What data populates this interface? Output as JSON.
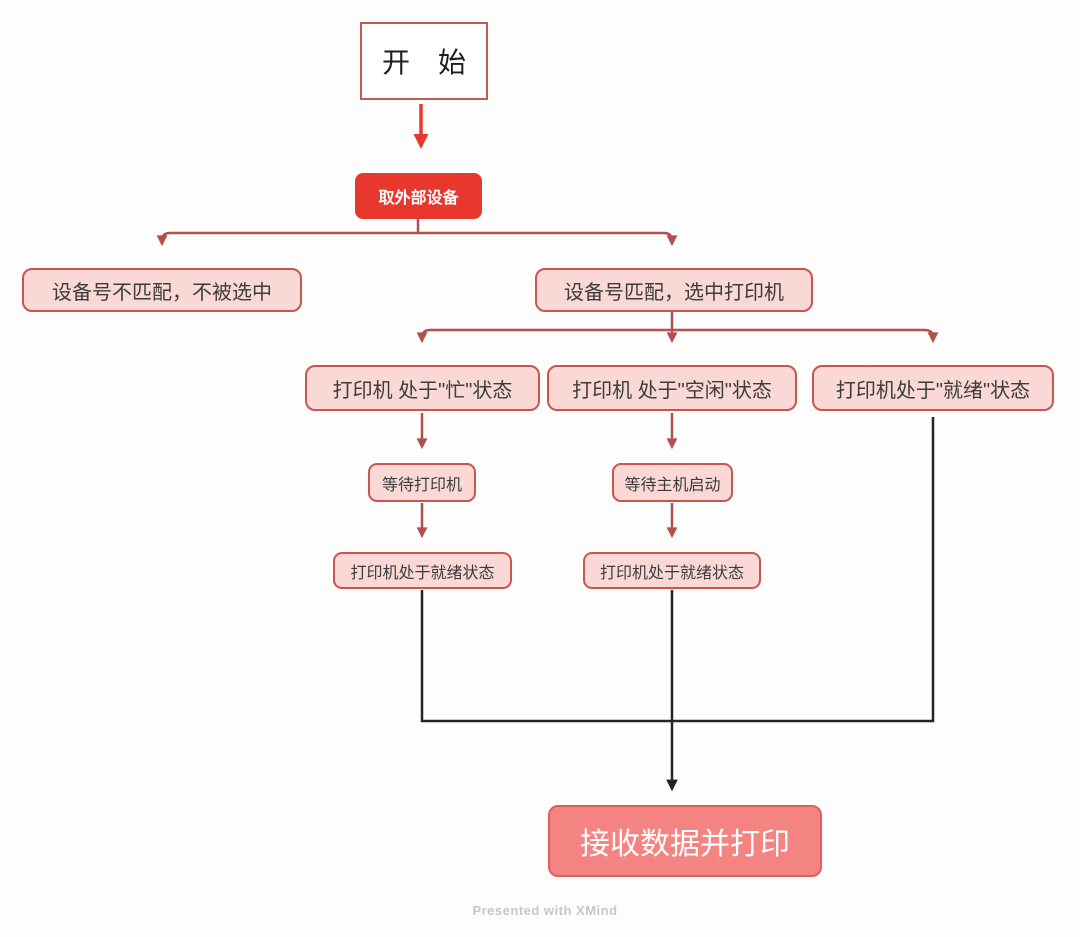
{
  "diagram": {
    "nodes": {
      "start": {
        "label": "开　始"
      },
      "fetch_device": {
        "label": "取外部设备"
      },
      "no_match": {
        "label": "设备号不匹配，不被选中"
      },
      "match": {
        "label": "设备号匹配，选中打印机"
      },
      "busy": {
        "label": "打印机 处于\"忙\"状态"
      },
      "idle": {
        "label": "打印机 处于\"空闲\"状态"
      },
      "ready": {
        "label": "打印机处于\"就绪\"状态"
      },
      "wait_printer": {
        "label": "等待打印机"
      },
      "wait_host": {
        "label": "等待主机启动"
      },
      "printer_ready_1": {
        "label": "打印机处于就绪状态"
      },
      "printer_ready_2": {
        "label": "打印机处于就绪状态"
      },
      "receive_print": {
        "label": "接收数据并打印"
      }
    },
    "colors": {
      "bright_red": "#e8382d",
      "pink_fill": "#f9d8d6",
      "pink_border": "#c9554f",
      "branch_red": "#b2504c",
      "dark_line": "#24242e",
      "final_fill": "#f48481",
      "final_border": "#df5f5a",
      "start_border": "#c25b56",
      "text_dark": "#3c3c3c",
      "watermark_color": "#c7c7c7"
    },
    "watermark": "Presented with XMind"
  }
}
